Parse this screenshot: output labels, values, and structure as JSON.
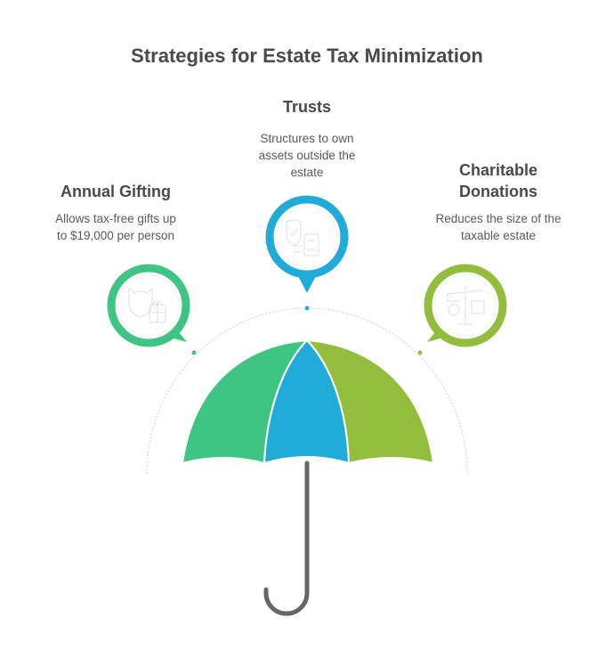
{
  "title": "Strategies for Estate Tax Minimization",
  "colors": {
    "green": "#3fc583",
    "blue": "#21abd9",
    "lime": "#93bd3c",
    "handle": "#666666",
    "text": "#4a4a4a"
  },
  "items": [
    {
      "title": "Annual Gifting",
      "description_lines": [
        "Allows tax-free gifts up",
        "to $19,000 per person"
      ],
      "icon": "shield-gift-icon",
      "color": "green"
    },
    {
      "title": "Trusts",
      "description_lines": [
        "Structures to own",
        "assets outside the",
        "estate"
      ],
      "icon": "shield-document-icon",
      "color": "blue"
    },
    {
      "title_lines": [
        "Charitable",
        "Donations"
      ],
      "description_lines": [
        "Reduces the size of the",
        "taxable estate"
      ],
      "icon": "scale-money-icon",
      "color": "lime"
    }
  ]
}
